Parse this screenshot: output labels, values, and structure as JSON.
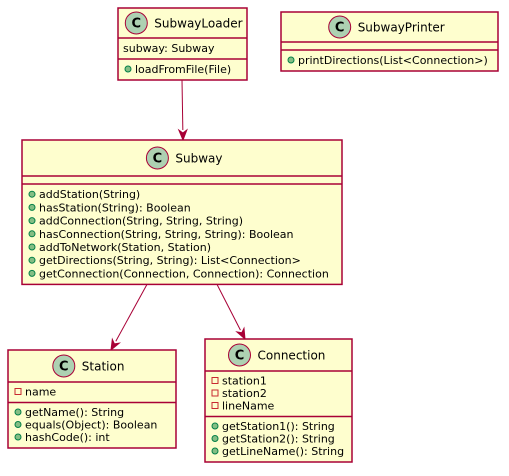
{
  "diagram": {
    "classes": {
      "subway_loader": {
        "badge": "C",
        "name": "SubwayLoader",
        "attributes": [
          {
            "visibility": "none",
            "text": "subway: Subway"
          }
        ],
        "methods": [
          {
            "visibility": "public",
            "text": "loadFromFile(File)"
          }
        ]
      },
      "subway_printer": {
        "badge": "C",
        "name": "SubwayPrinter",
        "attributes": [],
        "methods": [
          {
            "visibility": "public",
            "text": "printDirections(List<Connection>)"
          }
        ]
      },
      "subway": {
        "badge": "C",
        "name": "Subway",
        "attributes": [],
        "methods": [
          {
            "visibility": "public",
            "text": "addStation(String)"
          },
          {
            "visibility": "public",
            "text": "hasStation(String): Boolean"
          },
          {
            "visibility": "public",
            "text": "addConnection(String, String, String)"
          },
          {
            "visibility": "public",
            "text": "hasConnection(String, String, String): Boolean"
          },
          {
            "visibility": "public",
            "text": "addToNetwork(Station, Station)"
          },
          {
            "visibility": "public",
            "text": "getDirections(String, String): List<Connection>"
          },
          {
            "visibility": "public",
            "text": "getConnection(Connection, Connection): Connection"
          }
        ]
      },
      "station": {
        "badge": "C",
        "name": "Station",
        "attributes": [
          {
            "visibility": "private",
            "text": "name"
          }
        ],
        "methods": [
          {
            "visibility": "public",
            "text": "getName(): String"
          },
          {
            "visibility": "public",
            "text": "equals(Object): Boolean"
          },
          {
            "visibility": "public",
            "text": "hashCode(): int"
          }
        ]
      },
      "connection": {
        "badge": "C",
        "name": "Connection",
        "attributes": [
          {
            "visibility": "private",
            "text": "station1"
          },
          {
            "visibility": "private",
            "text": "station2"
          },
          {
            "visibility": "private",
            "text": "lineName"
          }
        ],
        "methods": [
          {
            "visibility": "public",
            "text": "getStation1(): String"
          },
          {
            "visibility": "public",
            "text": "getStation2(): String"
          },
          {
            "visibility": "public",
            "text": "getLineName(): String"
          }
        ]
      }
    },
    "relations": [
      {
        "from": "subway_loader",
        "to": "subway"
      },
      {
        "from": "subway",
        "to": "station"
      },
      {
        "from": "subway",
        "to": "connection"
      }
    ],
    "colors": {
      "box_fill": "#FEFECE",
      "border": "#A80036",
      "badge_fill": "#ADD1B2",
      "public_marker_fill": "#84BE84",
      "public_marker_stroke": "#038048",
      "private_marker_stroke": "#C82930"
    }
  }
}
